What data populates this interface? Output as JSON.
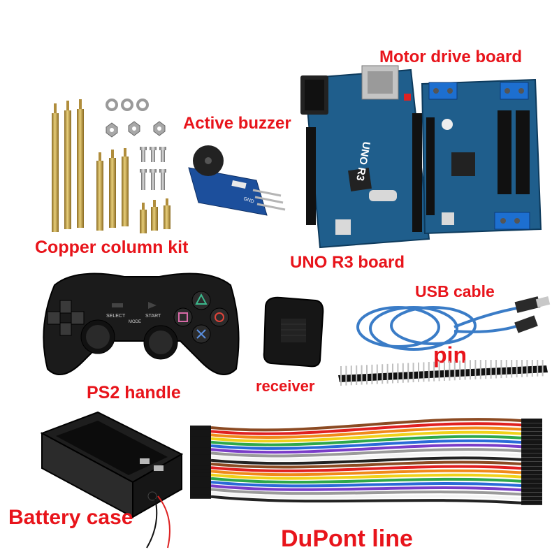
{
  "labels": {
    "motor_drive": "Motor drive board",
    "active_buzzer": "Active buzzer",
    "copper_kit": "Copper column kit",
    "uno_board": "UNO R3 board",
    "usb_cable": "USB cable",
    "pin": "pin",
    "ps2_handle": "PS2 handle",
    "receiver": "receiver",
    "battery_case": "Battery case",
    "dupont_line": "DuPont line"
  },
  "board_text": {
    "uno_silk": "UNO R3",
    "ps2_select": "SELECT",
    "ps2_start": "START",
    "ps2_mode": "MODE"
  },
  "colors": {
    "label": "#e8141b",
    "pcb_blue": "#1f5e8c",
    "brass": "#c9a24a",
    "usb_blue": "#3a7cc7"
  }
}
